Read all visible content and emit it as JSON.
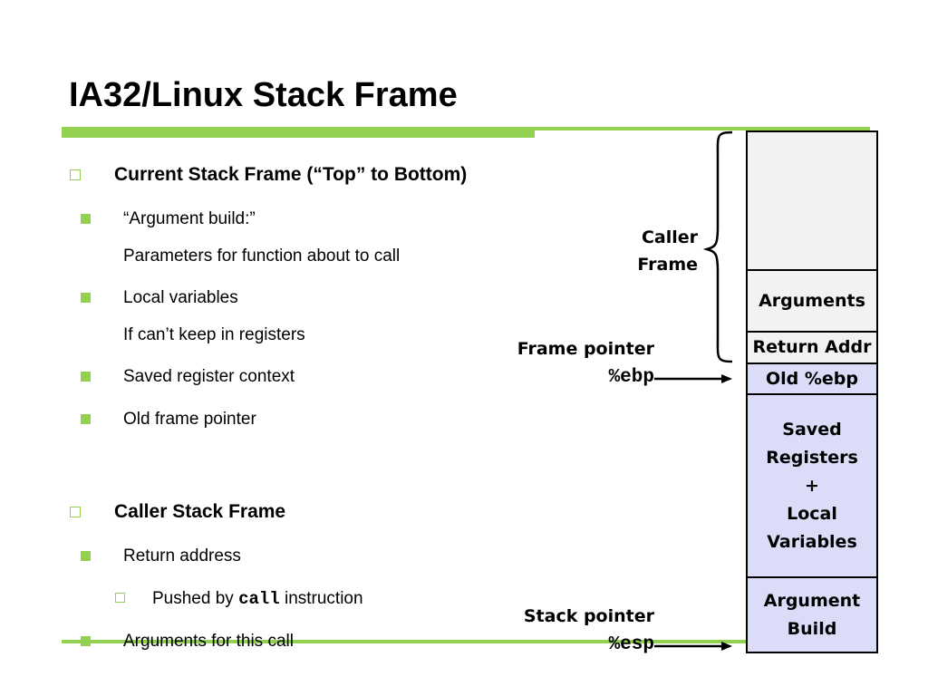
{
  "title": "IA32/Linux Stack Frame",
  "bullets": {
    "current_frame": "Current Stack Frame (“Top” to Bottom)",
    "argument_build": "“Argument build:”",
    "argument_build_desc": "Parameters for function about to call",
    "local_variables": "Local variables",
    "local_variables_desc": "If can’t keep in registers",
    "saved_register_context": "Saved register context",
    "old_frame_pointer": "Old frame pointer",
    "caller_frame": "Caller Stack Frame",
    "return_address": "Return address",
    "pushed_by_prefix": "Pushed by ",
    "pushed_by_code": "call",
    "pushed_by_suffix": " instruction",
    "arguments_for_call": "Arguments for this call"
  },
  "diagram": {
    "caller_frame_label_line1": "Caller",
    "caller_frame_label_line2": "Frame",
    "frame_pointer_label": "Frame pointer",
    "frame_pointer_reg": "%ebp",
    "stack_pointer_label": "Stack pointer",
    "stack_pointer_reg": "%esp",
    "cells": {
      "arguments": "Arguments",
      "return_addr": "Return Addr",
      "old_ebp": "Old %ebp",
      "saved_line1": "Saved",
      "saved_line2": "Registers",
      "saved_line3": "+",
      "saved_line4": "Local",
      "saved_line5": "Variables",
      "argbuild_line1": "Argument",
      "argbuild_line2": "Build"
    }
  },
  "colors": {
    "accent_green": "#92d050",
    "cell_gray": "#f2f2f2",
    "cell_lavender": "#dbdcf7"
  }
}
